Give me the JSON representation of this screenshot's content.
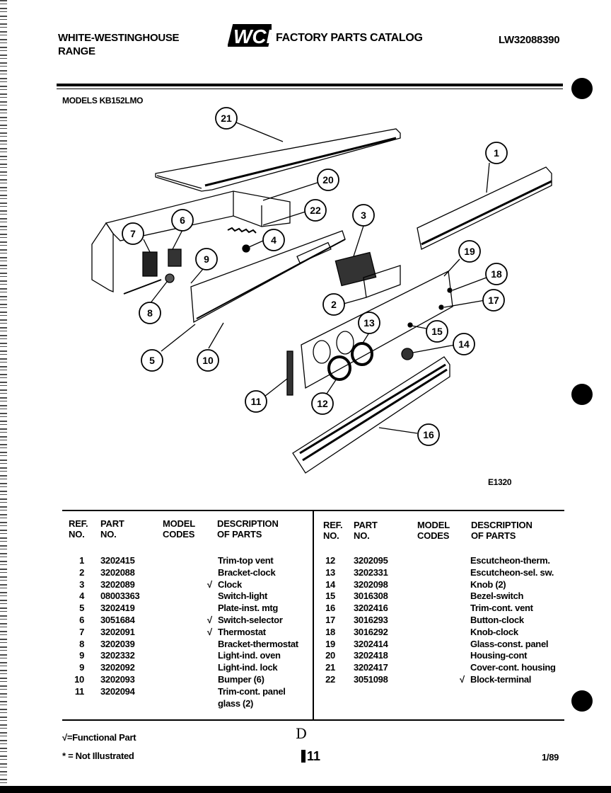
{
  "header": {
    "brand_line1": "WHITE-WESTINGHOUSE",
    "brand_line2": "RANGE",
    "logo_text": "WCI",
    "catalog_title": "FACTORY PARTS CATALOG",
    "catalog_code": "LW32088390",
    "models_line": "MODELS KB152LMO"
  },
  "diagram": {
    "drawing_id": "E1320",
    "callouts": [
      "21",
      "20",
      "22",
      "6",
      "7",
      "4",
      "3",
      "1",
      "19",
      "18",
      "9",
      "17",
      "8",
      "2",
      "15",
      "13",
      "14",
      "5",
      "10",
      "11",
      "12",
      "16"
    ]
  },
  "table": {
    "headers": {
      "ref_no_1": "REF.",
      "ref_no_2": "NO.",
      "part_no_1": "PART",
      "part_no_2": "NO.",
      "model_codes_1": "MODEL",
      "model_codes_2": "CODES",
      "description_1": "DESCRIPTION",
      "description_2": "OF PARTS"
    },
    "left": [
      {
        "ref": "1",
        "part": "3202415",
        "mark": "",
        "desc": "Trim-top vent"
      },
      {
        "ref": "2",
        "part": "3202088",
        "mark": "",
        "desc": "Bracket-clock"
      },
      {
        "ref": "3",
        "part": "3202089",
        "mark": "√",
        "desc": "Clock"
      },
      {
        "ref": "4",
        "part": "08003363",
        "mark": "",
        "desc": "Switch-light"
      },
      {
        "ref": "5",
        "part": "3202419",
        "mark": "",
        "desc": "Plate-inst. mtg"
      },
      {
        "ref": "6",
        "part": "3051684",
        "mark": "√",
        "desc": "Switch-selector"
      },
      {
        "ref": "7",
        "part": "3202091",
        "mark": "√",
        "desc": "Thermostat"
      },
      {
        "ref": "8",
        "part": "3202039",
        "mark": "",
        "desc": "Bracket-thermostat"
      },
      {
        "ref": "9",
        "part": "3202332",
        "mark": "",
        "desc": "Light-ind. oven"
      },
      {
        "ref": "9",
        "part": "3202092",
        "mark": "",
        "desc": "Light-ind. lock"
      },
      {
        "ref": "10",
        "part": "3202093",
        "mark": "",
        "desc": "Bumper (6)"
      },
      {
        "ref": "11",
        "part": "3202094",
        "mark": "",
        "desc": "Trim-cont. panel"
      },
      {
        "ref": "",
        "part": "",
        "mark": "",
        "desc": "glass (2)"
      }
    ],
    "right": [
      {
        "ref": "12",
        "part": "3202095",
        "mark": "",
        "desc": "Escutcheon-therm."
      },
      {
        "ref": "13",
        "part": "3202331",
        "mark": "",
        "desc": "Escutcheon-sel. sw."
      },
      {
        "ref": "14",
        "part": "3202098",
        "mark": "",
        "desc": "Knob (2)"
      },
      {
        "ref": "15",
        "part": "3016308",
        "mark": "",
        "desc": "Bezel-switch"
      },
      {
        "ref": "16",
        "part": "3202416",
        "mark": "",
        "desc": "Trim-cont. vent"
      },
      {
        "ref": "17",
        "part": "3016293",
        "mark": "",
        "desc": "Button-clock"
      },
      {
        "ref": "18",
        "part": "3016292",
        "mark": "",
        "desc": "Knob-clock"
      },
      {
        "ref": "19",
        "part": "3202414",
        "mark": "",
        "desc": "Glass-const. panel"
      },
      {
        "ref": "20",
        "part": "3202418",
        "mark": "",
        "desc": "Housing-cont"
      },
      {
        "ref": "21",
        "part": "3202417",
        "mark": "",
        "desc": "Cover-cont. housing"
      },
      {
        "ref": "22",
        "part": "3051098",
        "mark": "√",
        "desc": "Block-terminal"
      }
    ]
  },
  "footer": {
    "legend_functional": "√=Functional Part",
    "legend_not_illustrated": "* = Not Illustrated",
    "handwritten_mark": "D",
    "page_number": "11",
    "date_code": "1/89"
  }
}
